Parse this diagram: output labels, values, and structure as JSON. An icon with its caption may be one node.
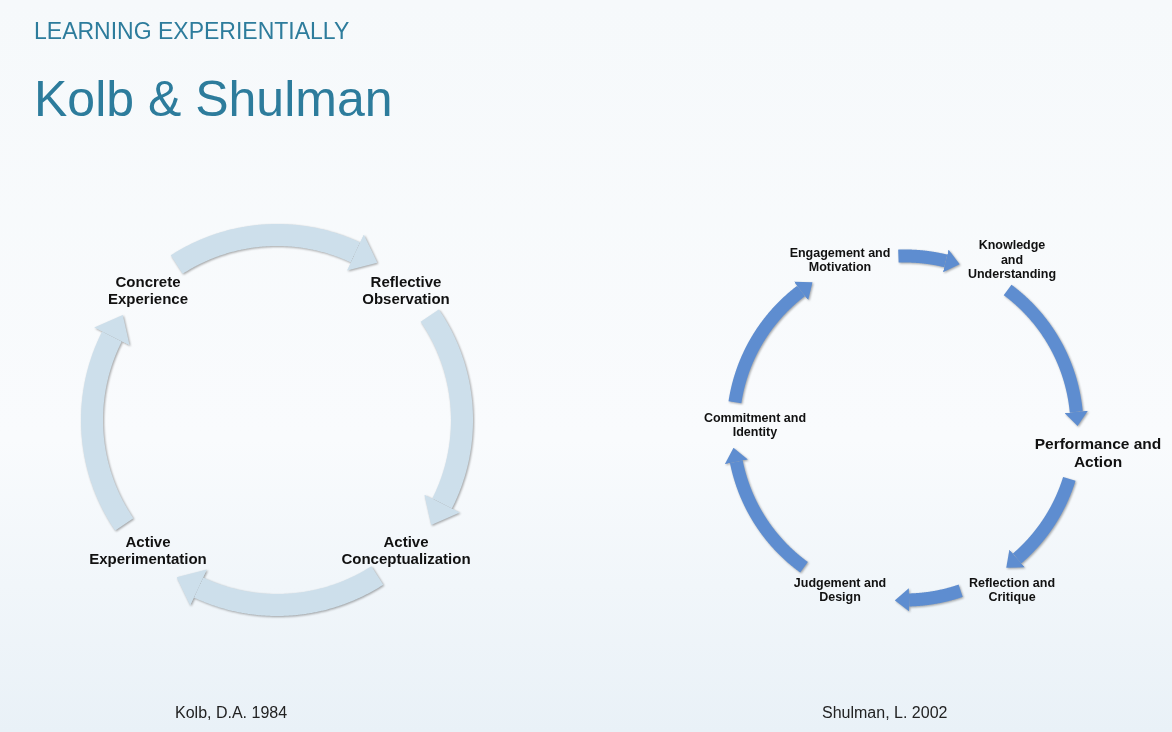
{
  "diagram": {
    "title": "Kolb & Shulman",
    "nodes": [
      {
        "text": [
          "Concrete Experience"
        ]
      },
      {
        "text": [
          "Reflective Observation"
        ]
      },
      {
        "text": [
          "Active Conceptualization"
        ]
      },
      {
        "text": [
          "Active Experimentation"
        ]
      },
      {
        "text": [
          "Engagement and Motivation"
        ]
      },
      {
        "text": [
          "Knowledge and Understanding"
        ]
      },
      {
        "text": [
          "Performance and Action"
        ]
      },
      {
        "text": [
          "Reflection and Critique"
        ]
      },
      {
        "text": [
          "Judgement and Design"
        ]
      },
      {
        "text": [
          "Commitment and Identity"
        ]
      }
    ],
    "edges": [
      {
        "from": 0,
        "to": 1,
        "arrow": "to",
        "color": "#cddfeb"
      },
      {
        "from": 1,
        "to": 2,
        "arrow": "to",
        "color": "#cddfeb"
      },
      {
        "from": 2,
        "to": 3,
        "arrow": "to",
        "color": "#cddfeb"
      },
      {
        "from": 3,
        "to": 0,
        "arrow": "to",
        "color": "#cddfeb"
      },
      {
        "from": 4,
        "to": 5,
        "arrow": "to"
      },
      {
        "from": 5,
        "to": 6,
        "arrow": "to"
      },
      {
        "from": 6,
        "to": 7,
        "arrow": "to"
      },
      {
        "from": 7,
        "to": 8,
        "arrow": "to"
      },
      {
        "from": 8,
        "to": 9,
        "arrow": "to"
      },
      {
        "from": 9,
        "to": 4,
        "arrow": "to"
      }
    ],
    "labels": [
      "LEARNING EXPERIENTIALLY",
      "Kolb, D.A. 1984",
      "Shulman, L. 2002"
    ]
  }
}
